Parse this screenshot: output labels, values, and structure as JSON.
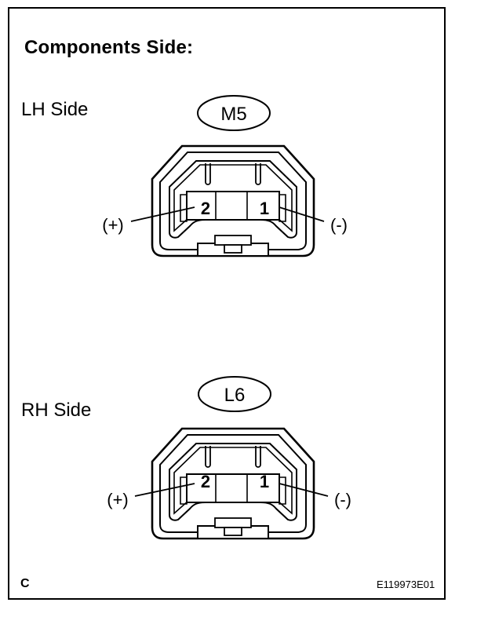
{
  "title": "Components Side:",
  "connectors": [
    {
      "side_label": "LH Side",
      "connector_id": "M5",
      "pins": [
        {
          "number": "2",
          "polarity": "(+)"
        },
        {
          "number": "1",
          "polarity": "(-)"
        }
      ]
    },
    {
      "side_label": "RH Side",
      "connector_id": "L6",
      "pins": [
        {
          "number": "2",
          "polarity": "(+)"
        },
        {
          "number": "1",
          "polarity": "(-)"
        }
      ]
    }
  ],
  "footer": {
    "left_code": "C",
    "figure_id": "E119973E01"
  }
}
